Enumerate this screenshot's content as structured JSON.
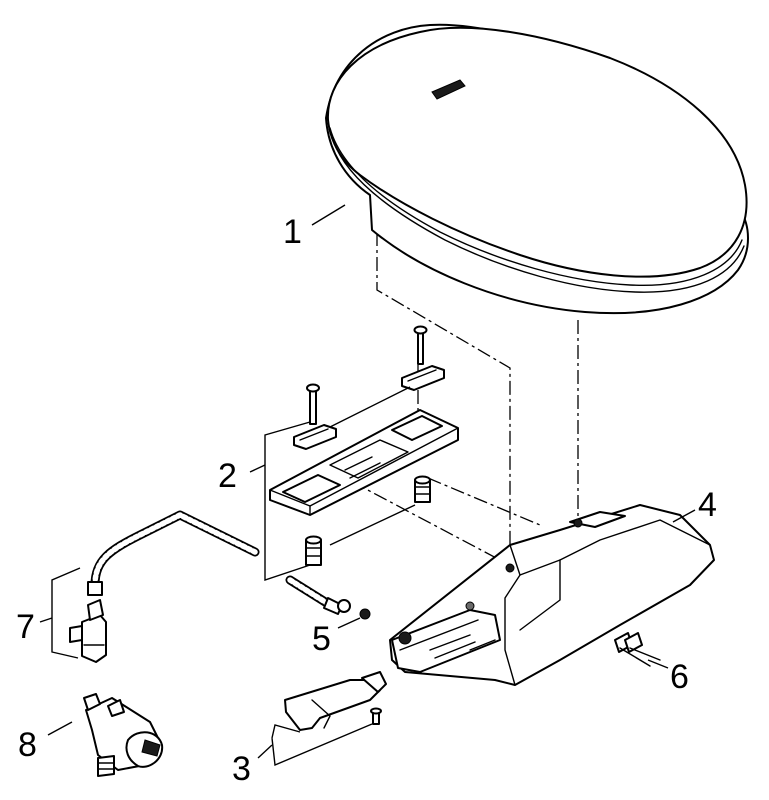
{
  "labels": {
    "part_1": "1",
    "part_2": "2",
    "part_3": "3",
    "part_4": "4",
    "part_5": "5",
    "part_6": "6",
    "part_7": "7",
    "part_8": "8"
  },
  "colors": {
    "line": "#000000",
    "background": "#ffffff"
  }
}
